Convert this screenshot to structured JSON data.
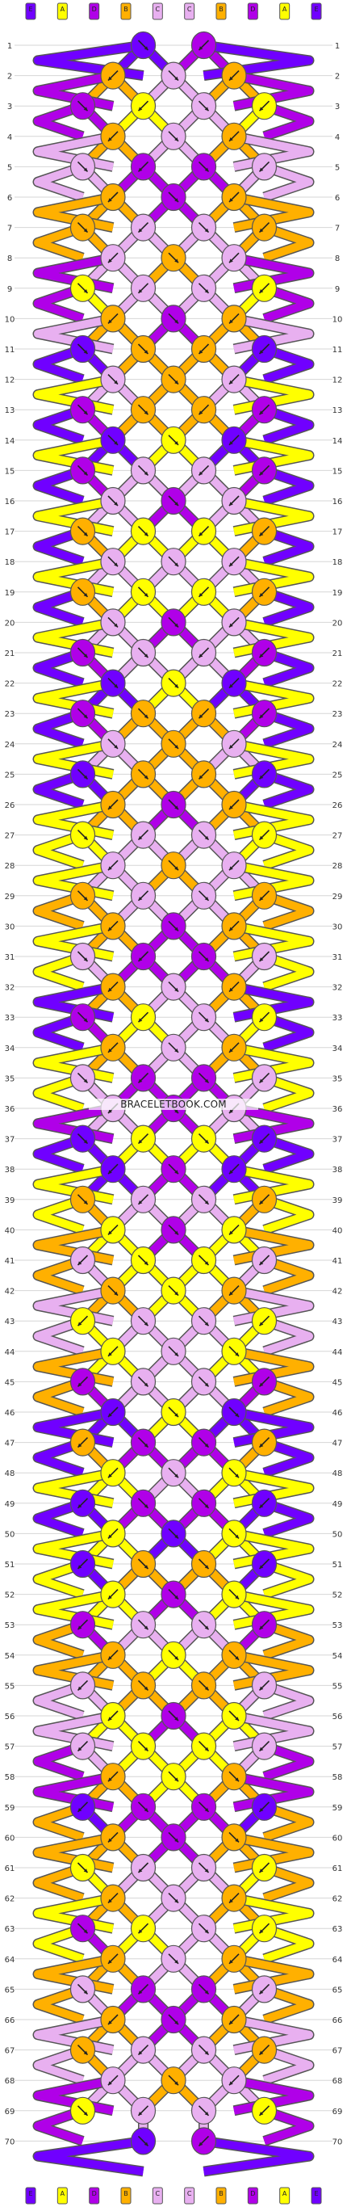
{
  "colors": {
    "A": "#ffff00",
    "B": "#ffb000",
    "C": "#e8b0f0",
    "D": "#b000e8",
    "E": "#7000ff",
    "background": "#ffffff",
    "grid": "#d6d6d6",
    "outline": "#555555",
    "arrow": "#222222"
  },
  "string_letters": [
    "E",
    "A",
    "D",
    "B",
    "C",
    "C",
    "B",
    "D",
    "A",
    "E"
  ],
  "row_numbers": [
    "1",
    "2",
    "3",
    "4",
    "5",
    "6",
    "7",
    "8",
    "9",
    "10",
    "11",
    "12",
    "13",
    "14",
    "15",
    "16",
    "17",
    "18",
    "19",
    "20",
    "21",
    "22",
    "23",
    "24",
    "25",
    "26",
    "27",
    "28",
    "29",
    "30",
    "31",
    "32",
    "33",
    "34",
    "35",
    "36",
    "37",
    "38",
    "39",
    "40",
    "41",
    "42",
    "43",
    "44",
    "45",
    "46",
    "47",
    "48",
    "49",
    "50",
    "51",
    "52",
    "53",
    "54",
    "55",
    "56",
    "57",
    "58",
    "59",
    "60",
    "61",
    "62",
    "63",
    "64",
    "65",
    "66",
    "67",
    "68",
    "69",
    "70"
  ],
  "knot_colors": [
    "ED",
    "BCB",
    "DACA",
    "BCB",
    "CDDC",
    "BDB",
    "BCCB",
    "CBC",
    "ACCA",
    "BDB",
    "EBBE",
    "CBC",
    "DBBD",
    "EAE",
    "DCCD",
    "CDC",
    "BAAB",
    "CCC",
    "BAAB",
    "CDC",
    "DCCD",
    "EAE",
    "DBBD",
    "CBC",
    "EBBE",
    "BDB",
    "ACCA",
    "CBC",
    "BCCB",
    "BDB",
    "CDDC",
    "BCB",
    "DACA",
    "BCB",
    "CDDC",
    "CDC",
    "EAAE",
    "EDE",
    "BCCB",
    "ADA",
    "CAAC",
    "BAB",
    "ACCA",
    "ACA",
    "DCCD",
    "EAE",
    "BDDB",
    "ACA",
    "EDDE",
    "AEA",
    "EBBE",
    "ADA",
    "DCCD",
    "BAB",
    "CBBC",
    "ADA",
    "CAAC",
    "BAB",
    "EDDE",
    "BDB",
    "ACCA",
    "BCB",
    "DACA",
    "BCB",
    "CDDC",
    "BDB",
    "BCCB",
    "CBC",
    "ACCA",
    "ED"
  ],
  "knot_directions": [
    "RL",
    "LRL",
    "RLRL",
    "LRL",
    "RLRL",
    "LRL",
    "RLRL",
    "LRL",
    "RLRL",
    "LRL",
    "RRLL",
    "RRL",
    "RRLL",
    "RRL",
    "RRLL",
    "RRL",
    "RRLL",
    "RRL",
    "RRLL",
    "RRL",
    "RRLL",
    "RRL",
    "RRLL",
    "RRL",
    "RRLL",
    "LRL",
    "RLRL",
    "LRL",
    "RLRL",
    "LRL",
    "RLRL",
    "LRL",
    "RLRL",
    "LRL",
    "RLRL",
    "LRL",
    "RLRL",
    "LRL",
    "RLRL",
    "LRL",
    "LRRL",
    "RRL",
    "LRRL",
    "LRR",
    "LRRL",
    "LRR",
    "LRRL",
    "LRR",
    "LRRL",
    "LRR",
    "LRRL",
    "LRR",
    "LRRL",
    "LRR",
    "LRRL",
    "LRR",
    "LRRL",
    "LRR",
    "LRRL",
    "LRR",
    "RLRL",
    "LRL",
    "RLRL",
    "LRL",
    "RLRL",
    "LRL",
    "RLRL",
    "LRL",
    "RLRL",
    "RL"
  ],
  "edge_colors": [
    "EE",
    "DD",
    "DD",
    "CC",
    "CC",
    "BB",
    "BB",
    "DD",
    "DD",
    "CC",
    "EE",
    "AA",
    "EE",
    "AA",
    "EE",
    "AA",
    "EE",
    "AA",
    "EE",
    "AA",
    "EE",
    "AA",
    "EE",
    "AA",
    "EE",
    "AA",
    "AA",
    "AA",
    "BB",
    "AA",
    "AA",
    "EE",
    "EE",
    "AA",
    "AA",
    "DD",
    "EE",
    "AA",
    "AA",
    "BB",
    "BB",
    "CC",
    "CC",
    "BB",
    "BB",
    "EE",
    "EE",
    "AA",
    "EE",
    "AA",
    "AA",
    "AA",
    "BB",
    "BB",
    "CC",
    "CC",
    "DD",
    "DD",
    "BB",
    "BB",
    "BB",
    "AA",
    "AA",
    "BB",
    "BB",
    "CC",
    "CC",
    "DD",
    "DD",
    "EE"
  ],
  "watermark": "BRACELETBOOK.COM"
}
